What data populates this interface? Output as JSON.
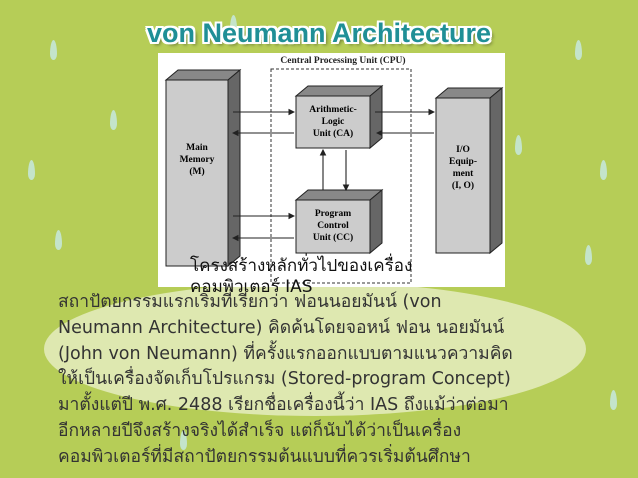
{
  "slide": {
    "title": "von Neumann Architecture",
    "diagram": {
      "cpu_label": "Central Processing Unit (CPU)",
      "main_memory": [
        "Main",
        "Memory",
        "(M)"
      ],
      "alu": [
        "Arithmetic-",
        "Logic",
        "Unit (CA)"
      ],
      "pcu": [
        "Program",
        "Control",
        "Unit (CC)"
      ],
      "io": [
        "I/O",
        "Equip-",
        "ment",
        "(I, O)"
      ]
    },
    "caption": "โครงสร้างหลักทั่วไปของเครื่องคอมพิวเตอร์ IAS",
    "body_lines": [
      "สถาปัตยกรรมแรกเริ่มที่เรียกว่า ฟอนนอยมันน์ (von",
      "Neumann Architecture) คิดค้นโดยจอหน์ ฟอน นอยมันน์",
      "(John von Neumann) ที่ครั้งแรกออกแบบตามแนวความคิด",
      "ให้เป็นเครื่องจัดเก็บโปรแกรม (Stored-program Concept)",
      "มาตั้งแต่ปี พ.ศ. 2488 เรียกชื่อเครื่องนี้ว่า IAS ถึงแม้ว่าต่อมา",
      "อีกหลายปีจึงสร้างจริงได้สำเร็จ แต่ก็นับได้ว่าเป็นเครื่อง",
      "คอมพิวเตอร์ที่มีสถาปัตยกรรมต้นแบบที่ควรเริ่มต้นศึกษา"
    ],
    "colors": {
      "background": "#b6cd57",
      "title": "#1f8f96"
    }
  }
}
